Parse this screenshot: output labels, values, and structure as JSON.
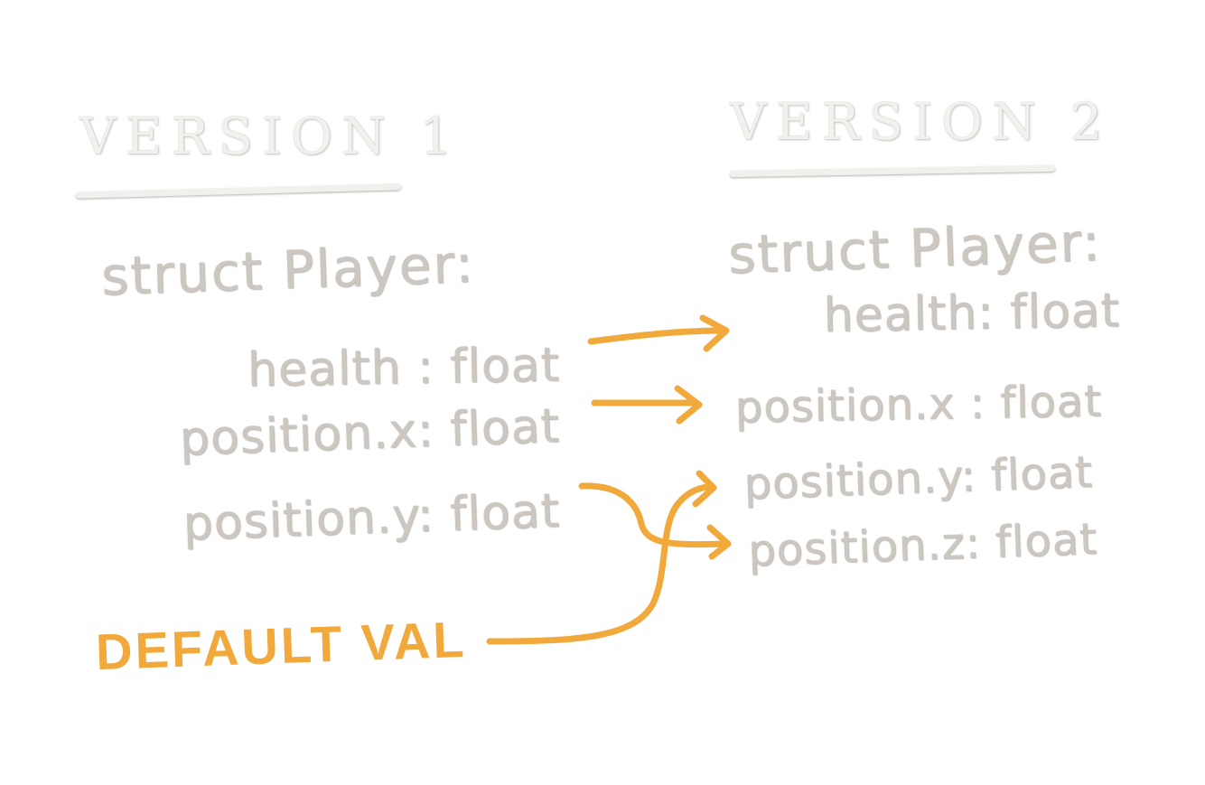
{
  "colors": {
    "background": "#ffffff",
    "chalk": "#ccc7c0",
    "title": "#f1f1ee",
    "accent": "#f2a93b"
  },
  "version1": {
    "title": "VERSION 1",
    "struct_header": "struct Player:",
    "fields": [
      "health : float",
      "position.x: float",
      "position.y: float"
    ]
  },
  "version2": {
    "title": "VERSION 2",
    "struct_header": "struct Player:",
    "fields": [
      "health: float",
      "position.x : float",
      "position.y: float",
      "position.z: float"
    ]
  },
  "default_label": "DEFAULT VAL"
}
